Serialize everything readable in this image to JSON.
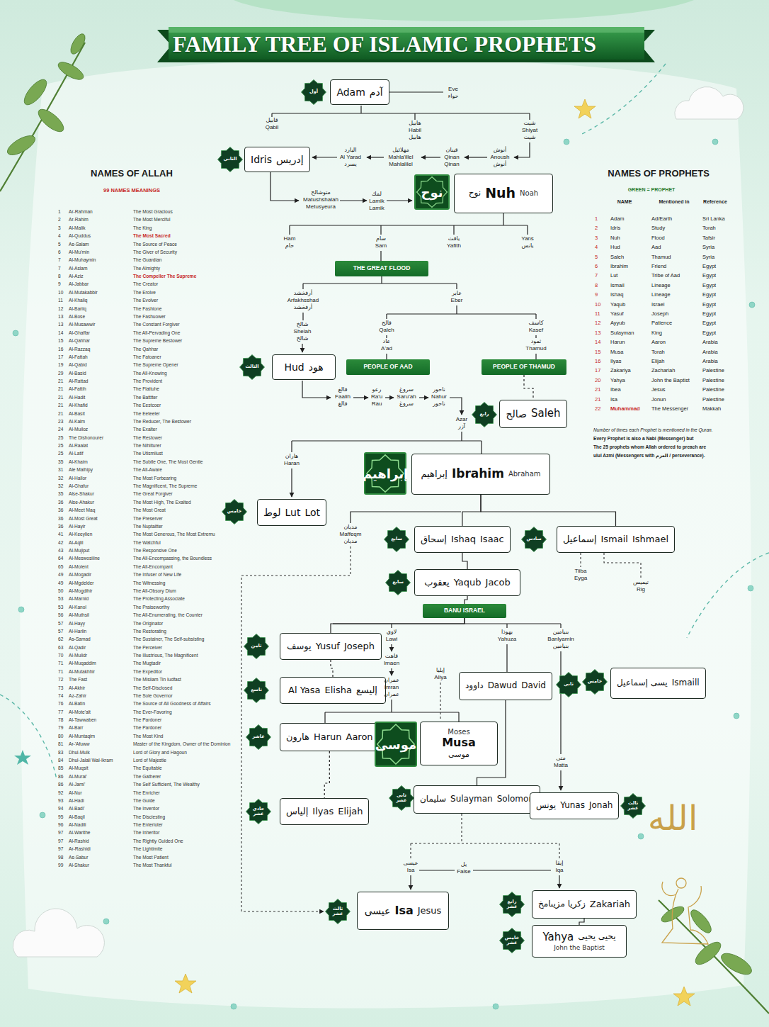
{
  "diagram": {
    "title": "FAMILY TREE OF ISLAMIC PROPHETS",
    "nodes": [
      {
        "text": [
          "أول"
        ]
      },
      {
        "text": [
          "Adam",
          "آدم"
        ]
      },
      {
        "text": [
          "الثاني"
        ]
      },
      {
        "text": [
          "Idris",
          "إدريس"
        ]
      },
      {
        "text": [
          "نوح"
        ]
      },
      {
        "text": [
          "نوح",
          "Nuh",
          "Noah"
        ]
      },
      {
        "text": [
          "THE GREAT FLOOD"
        ]
      },
      {
        "text": [
          "الثالث"
        ]
      },
      {
        "text": [
          "Hud",
          "هود"
        ]
      },
      {
        "text": [
          "PEOPLE OF AAD"
        ]
      },
      {
        "text": [
          "PEOPLE OF THAMUD"
        ]
      },
      {
        "text": [
          "رابع"
        ]
      },
      {
        "text": [
          "صالح",
          "Saleh"
        ]
      },
      {
        "text": [
          "إبراهيم"
        ]
      },
      {
        "text": [
          "إبراهيم",
          "Ibrahim",
          "Abraham"
        ]
      },
      {
        "text": [
          "خامس"
        ]
      },
      {
        "text": [
          "لوط",
          "Lut",
          "Lot"
        ]
      },
      {
        "text": [
          "سابع"
        ]
      },
      {
        "text": [
          "إسحاق",
          "Ishaq",
          "Isaac"
        ]
      },
      {
        "text": [
          "سادس"
        ]
      },
      {
        "text": [
          "إسماعيل",
          "Ismail",
          "Ishmael"
        ]
      },
      {
        "text": [
          "سابع"
        ]
      },
      {
        "text": [
          "يعقوب",
          "Yaqub",
          "Jacob"
        ]
      },
      {
        "text": [
          "BANU ISRAEL"
        ]
      },
      {
        "text": [
          "ثامن"
        ]
      },
      {
        "text": [
          "يوسف",
          "Yusuf",
          "Joseph"
        ]
      },
      {
        "text": [
          "تاسع"
        ]
      },
      {
        "text": [
          "Al Yasa",
          "Elisha",
          "إليسع"
        ]
      },
      {
        "text": [
          "ثاني"
        ]
      },
      {
        "text": [
          "داوود",
          "Dawud",
          "David"
        ]
      },
      {
        "text": [
          "خامس"
        ]
      },
      {
        "text": [
          "يسى إسماعيل",
          "Ismaill"
        ]
      },
      {
        "text": [
          "عاشر"
        ]
      },
      {
        "text": [
          "هارون",
          "Harun",
          "Aaron"
        ]
      },
      {
        "text": [
          "موسى"
        ]
      },
      {
        "text": [
          "Moses",
          "Musa",
          "موسى"
        ]
      },
      {
        "text": [
          "ثاني عشر"
        ]
      },
      {
        "text": [
          "سليمان",
          "Sulayman",
          "Solomon"
        ]
      },
      {
        "text": [
          "ثالث عشر"
        ]
      },
      {
        "text": [
          "يونس",
          "Yunas",
          "Jonah"
        ]
      },
      {
        "text": [
          "حادي عشر"
        ]
      },
      {
        "text": [
          "إلياس",
          "Ilyas",
          "Elijah"
        ]
      },
      {
        "text": [
          "ثالث عشر"
        ]
      },
      {
        "text": [
          "عيسى",
          "Isa",
          "Jesus"
        ]
      },
      {
        "text": [
          "رابع عشر"
        ]
      },
      {
        "text": [
          "زكريا مزيىامخ",
          "Zakariah"
        ]
      },
      {
        "text": [
          "خامس عشر"
        ]
      },
      {
        "text": [
          "Yahya",
          "يحيى يحيى",
          "John the Baptist"
        ]
      }
    ],
    "edges": [
      {
        "from": 10,
        "to": 12,
        "arrow": "none"
      },
      {
        "from": 14,
        "to": 18,
        "arrow": "none"
      },
      {
        "from": 14,
        "to": 20,
        "arrow": "none"
      },
      {
        "from": 18,
        "to": 22,
        "arrow": "none"
      },
      {
        "from": 22,
        "to": 23,
        "arrow": "none"
      },
      {
        "from": 23,
        "to": 25,
        "arrow": "none"
      },
      {
        "from": 25,
        "to": 27,
        "arrow": "none"
      },
      {
        "from": 33,
        "to": 41,
        "arrow": "none"
      },
      {
        "from": 29,
        "to": 37,
        "arrow": "none"
      },
      {
        "from": 45,
        "to": 47,
        "arrow": "none"
      }
    ],
    "labels": [
      "Eve",
      "حواء",
      "قابيل",
      "Qabil",
      "هابيل",
      "Habil",
      "هابيل",
      "شيث",
      "Shiyat",
      "شيث",
      "أنوش",
      "Anoush",
      "أنوش",
      "قينان",
      "Qinan",
      "Qinan",
      "مهلائيل",
      "Mahla'illel",
      "Mahlalilel",
      "اليارد",
      "Al Yarad",
      "يسرد",
      "متوشالح",
      "Matushshalah",
      "Metusyeura",
      "لمك",
      "Lamik",
      "Lamik",
      "Ham",
      "حام",
      "سام",
      "Sam",
      "يافث",
      "Yafith",
      "Yans",
      "يانس",
      "أرفخشد",
      "Arfakhsshad",
      "أرفخشد",
      "شالخ",
      "Shelah",
      "شالخ",
      "عابر",
      "Eber",
      "قالح",
      "Qaleh",
      "عاد",
      "A'ad",
      "كاسف",
      "Kasef",
      "ثمود",
      "Thamud",
      "فالغ",
      "Faalih",
      "فالغ",
      "رعو",
      "Ra'u",
      "Rau",
      "سروغ",
      "Saru'ah",
      "سروغ",
      "ناحور",
      "Nahur",
      "ناحور",
      "Azar",
      "آزر",
      "هاران",
      "Haran",
      "مديان",
      "Maffeqm",
      "مديان",
      "Tiiba",
      "Eyga",
      "تيميس",
      "Rig",
      "لاوي",
      "Lawi",
      "يهوذا",
      "Yahuza",
      "بنيامين",
      "Banlyamin",
      "بنيامين",
      "قاهث",
      "Imaen",
      "عمران",
      "Imran",
      "عمران",
      "إيليا",
      "Aliya",
      "متى",
      "Matta",
      "عيسى",
      "Isa",
      "يل",
      "False",
      "إيقا",
      "Iqa",
      "الله",
      "NAMES OF ALLAH",
      "99 NAMES MEANINGS",
      "1",
      "Ar-Rahman",
      "The Most Gracious",
      "2",
      "Ar-Rahim",
      "The Most Merciful",
      "3",
      "Al-Malik",
      "The King",
      "4",
      "Al-Quddus",
      "The Most Sacred",
      "5",
      "As-Salam",
      "The Source of Peace",
      "6",
      "Al-Mu'min",
      "The Giver of Security",
      "7",
      "Al-Muhaymin",
      "The Guardian",
      "7",
      "Al-Aslam",
      "The Almighty",
      "8",
      "Al-Aziz",
      "The Compeller The Supreme",
      "9",
      "Al-Jabbar",
      "The Creator",
      "10",
      "Al-Mutakabbir",
      "The Erolve",
      "11",
      "Al-Khaliq",
      "The Evolver",
      "12",
      "Al-Bariiq",
      "The Fashione",
      "13",
      "Al-Bose",
      "The Fashuower",
      "13",
      "Al-Musawwir",
      "The Constant Forgiver",
      "14",
      "Al-Ghaffar",
      "The All-Pervading One",
      "15",
      "Al-Qahhar",
      "The Supreme Bestower",
      "16",
      "Al-Razzaq",
      "The Qahhar",
      "17",
      "Al-Fattah",
      "The Fatoaner",
      "19",
      "Al-Qabid",
      "The Supreme Opener",
      "29",
      "Al-Basid",
      "The All-Knowing",
      "21",
      "Al-Rattad",
      "The Provident",
      "21",
      "Al-Fattih",
      "The Flattuhe",
      "21",
      "Al-Hadit",
      "The Batttter",
      "21",
      "Al-Khafid",
      "The Eestcoer",
      "21",
      "Al-Basit",
      "The Eeteeler",
      "23",
      "Al-Kalm",
      "The Reducer, The Bestower",
      "24",
      "Al-Muiloz",
      "The Exalter",
      "25",
      "The Dishonourer",
      "The Restower",
      "25",
      "Al-Raalat",
      "The Nihilturer",
      "25",
      "Al-Latif",
      "The Utismilust",
      "35",
      "Al-Khaim",
      "The Subtle One, The Most Gentle",
      "31",
      "Ale Malhipy",
      "The All-Aware",
      "32",
      "Al-Hallor",
      "The Most Forbearing",
      "32",
      "Al-Ghafur",
      "The Magnificent, The Supreme",
      "35",
      "Alse-Shakur",
      "The Great Forgiver",
      "36",
      "Alse-Ahakur",
      "The Most High, The Exalted",
      "36",
      "Al-Meet Maq",
      "The Most Great",
      "36",
      "Al-Most Great",
      "The Preserver",
      "36",
      "Al-Hayir",
      "The Nuptaitter",
      "41",
      "Al-Keeylien",
      "The Most Generous, The Most Extremu",
      "42",
      "Al-Aqlil",
      "The Watchful",
      "43",
      "Al-Mujiput",
      "The Responsive One",
      "64",
      "Al-Meswosiiine",
      "The All-Encompassing, the Boundless",
      "65",
      "Al-Molent",
      "The All-Encompant",
      "49",
      "Al-Mogadir",
      "The Infuser of New Life",
      "49",
      "Al-Mgdelder",
      "The Witnessing",
      "50",
      "Al-Mogdihir",
      "The All-Obsory Dium",
      "53",
      "Al-Marnid",
      "The Protecting Associate",
      "53",
      "Al-Kanol",
      "The Praiseworthy",
      "56",
      "Al-Muthsil",
      "The All-Enumerating, the Counter",
      "57",
      "Al-Hayy",
      "The Originator",
      "57",
      "Al-Harlin",
      "The Restorating",
      "62",
      "As-Samad",
      "The Sustainer, The Self-subsisting",
      "63",
      "Al-Qadir",
      "The Perceiver",
      "70",
      "Al-Mulidr",
      "The Illustrious, The Magnificent",
      "71",
      "Al-Muqaddim",
      "The Mugtadir",
      "71",
      "Al-Mutakhhir",
      "The Expeditor",
      "72",
      "The Fast",
      "The Misiiam Tin Iudfast",
      "73",
      "Al-Akhir",
      "The Self-Disclosed",
      "74",
      "Az-Zahir",
      "The Sole Governor",
      "76",
      "Al-Batin",
      "The Source of All Goodness of Affairs",
      "77",
      "Al-Mote'alt",
      "The Ever-Favoring",
      "78",
      "Al-Tawwaben",
      "The Pardoner",
      "79",
      "Al-Barr",
      "The Pardoner",
      "80",
      "Al-Muntaqim",
      "The Most Kind",
      "81",
      "Ar-'Afuww",
      "Master of the Kingdom, Owner of the Dominion",
      "83",
      "Dhul-Mulk",
      "Lord of Glory and Hagoun",
      "84",
      "Dhul-Jalali Wal-Ikram",
      "Lord of Majestie",
      "85",
      "Al-Muqsit",
      "The Equitable",
      "86",
      "Al-Murai'",
      "The Gatherer",
      "86",
      "Al-Jami'",
      "The Self Sufficient, The Wealthy",
      "92",
      "Al-Nur",
      "The Enricher",
      "93",
      "Al-Hadi",
      "The Guide",
      "94",
      "Al-Badi'",
      "The Inventor",
      "95",
      "Al-Baqil",
      "The Disciesting",
      "96",
      "Al-Nadili",
      "The Enterloter",
      "97",
      "Al-Warithe",
      "The Inheritor",
      "97",
      "Al-Rashid",
      "The Rightly Guided One",
      "97",
      "Ar-Rashidi",
      "The Lightimite",
      "98",
      "As-Sabur",
      "The Most Patient",
      "99",
      "Al-Shakur",
      "The Most Thankful",
      "NAMES OF PROPHETS",
      "GREEN = PROPHET",
      "NAME",
      "Mentioned in",
      "Reference",
      "1",
      "Adam",
      "Ad/Earth",
      "Sri Lanka",
      "2",
      "Idris",
      "Study",
      "Torah",
      "3",
      "Nuh",
      "Flood",
      "Tafsir",
      "4",
      "Hud",
      "Aad",
      "Syria",
      "5",
      "Saleh",
      "Thamud",
      "Syria",
      "6",
      "Ibrahim",
      "Friend",
      "Egypt",
      "7",
      "Lut",
      "Tribe of Aad",
      "Egypt",
      "8",
      "Ismail",
      "Lineage",
      "Egypt",
      "9",
      "Ishaq",
      "Lineage",
      "Egypt",
      "10",
      "Yaqub",
      "Israel",
      "Egypt",
      "11",
      "Yasuf",
      "Joseph",
      "Egypt",
      "12",
      "Ayyub",
      "Patience",
      "Egypt",
      "13",
      "Sulayman",
      "King",
      "Egypt",
      "14",
      "Harun",
      "Aaron",
      "Arabia",
      "15",
      "Musa",
      "Torah",
      "Arabia",
      "16",
      "Ilyas",
      "Elijah",
      "Arabia",
      "17",
      "Zakariya",
      "Zachariah",
      "Palestine",
      "20",
      "Yahya",
      "John the Baptist",
      "Palestine",
      "21",
      "Ibea",
      "Jesus",
      "Palestine",
      "21",
      "Isa",
      "Jonun",
      "Palestine",
      "22",
      "Muhammad",
      "The Messenger",
      "Makkah",
      "Number of times each Prophet is mentioned in the Quran.",
      "Every Prophet is also a Nabi (Messenger) but",
      "The 25 prophets whom Allah ordered to preach are",
      "ulul Azmi (Messengers with العزم / perseverance)."
    ]
  }
}
